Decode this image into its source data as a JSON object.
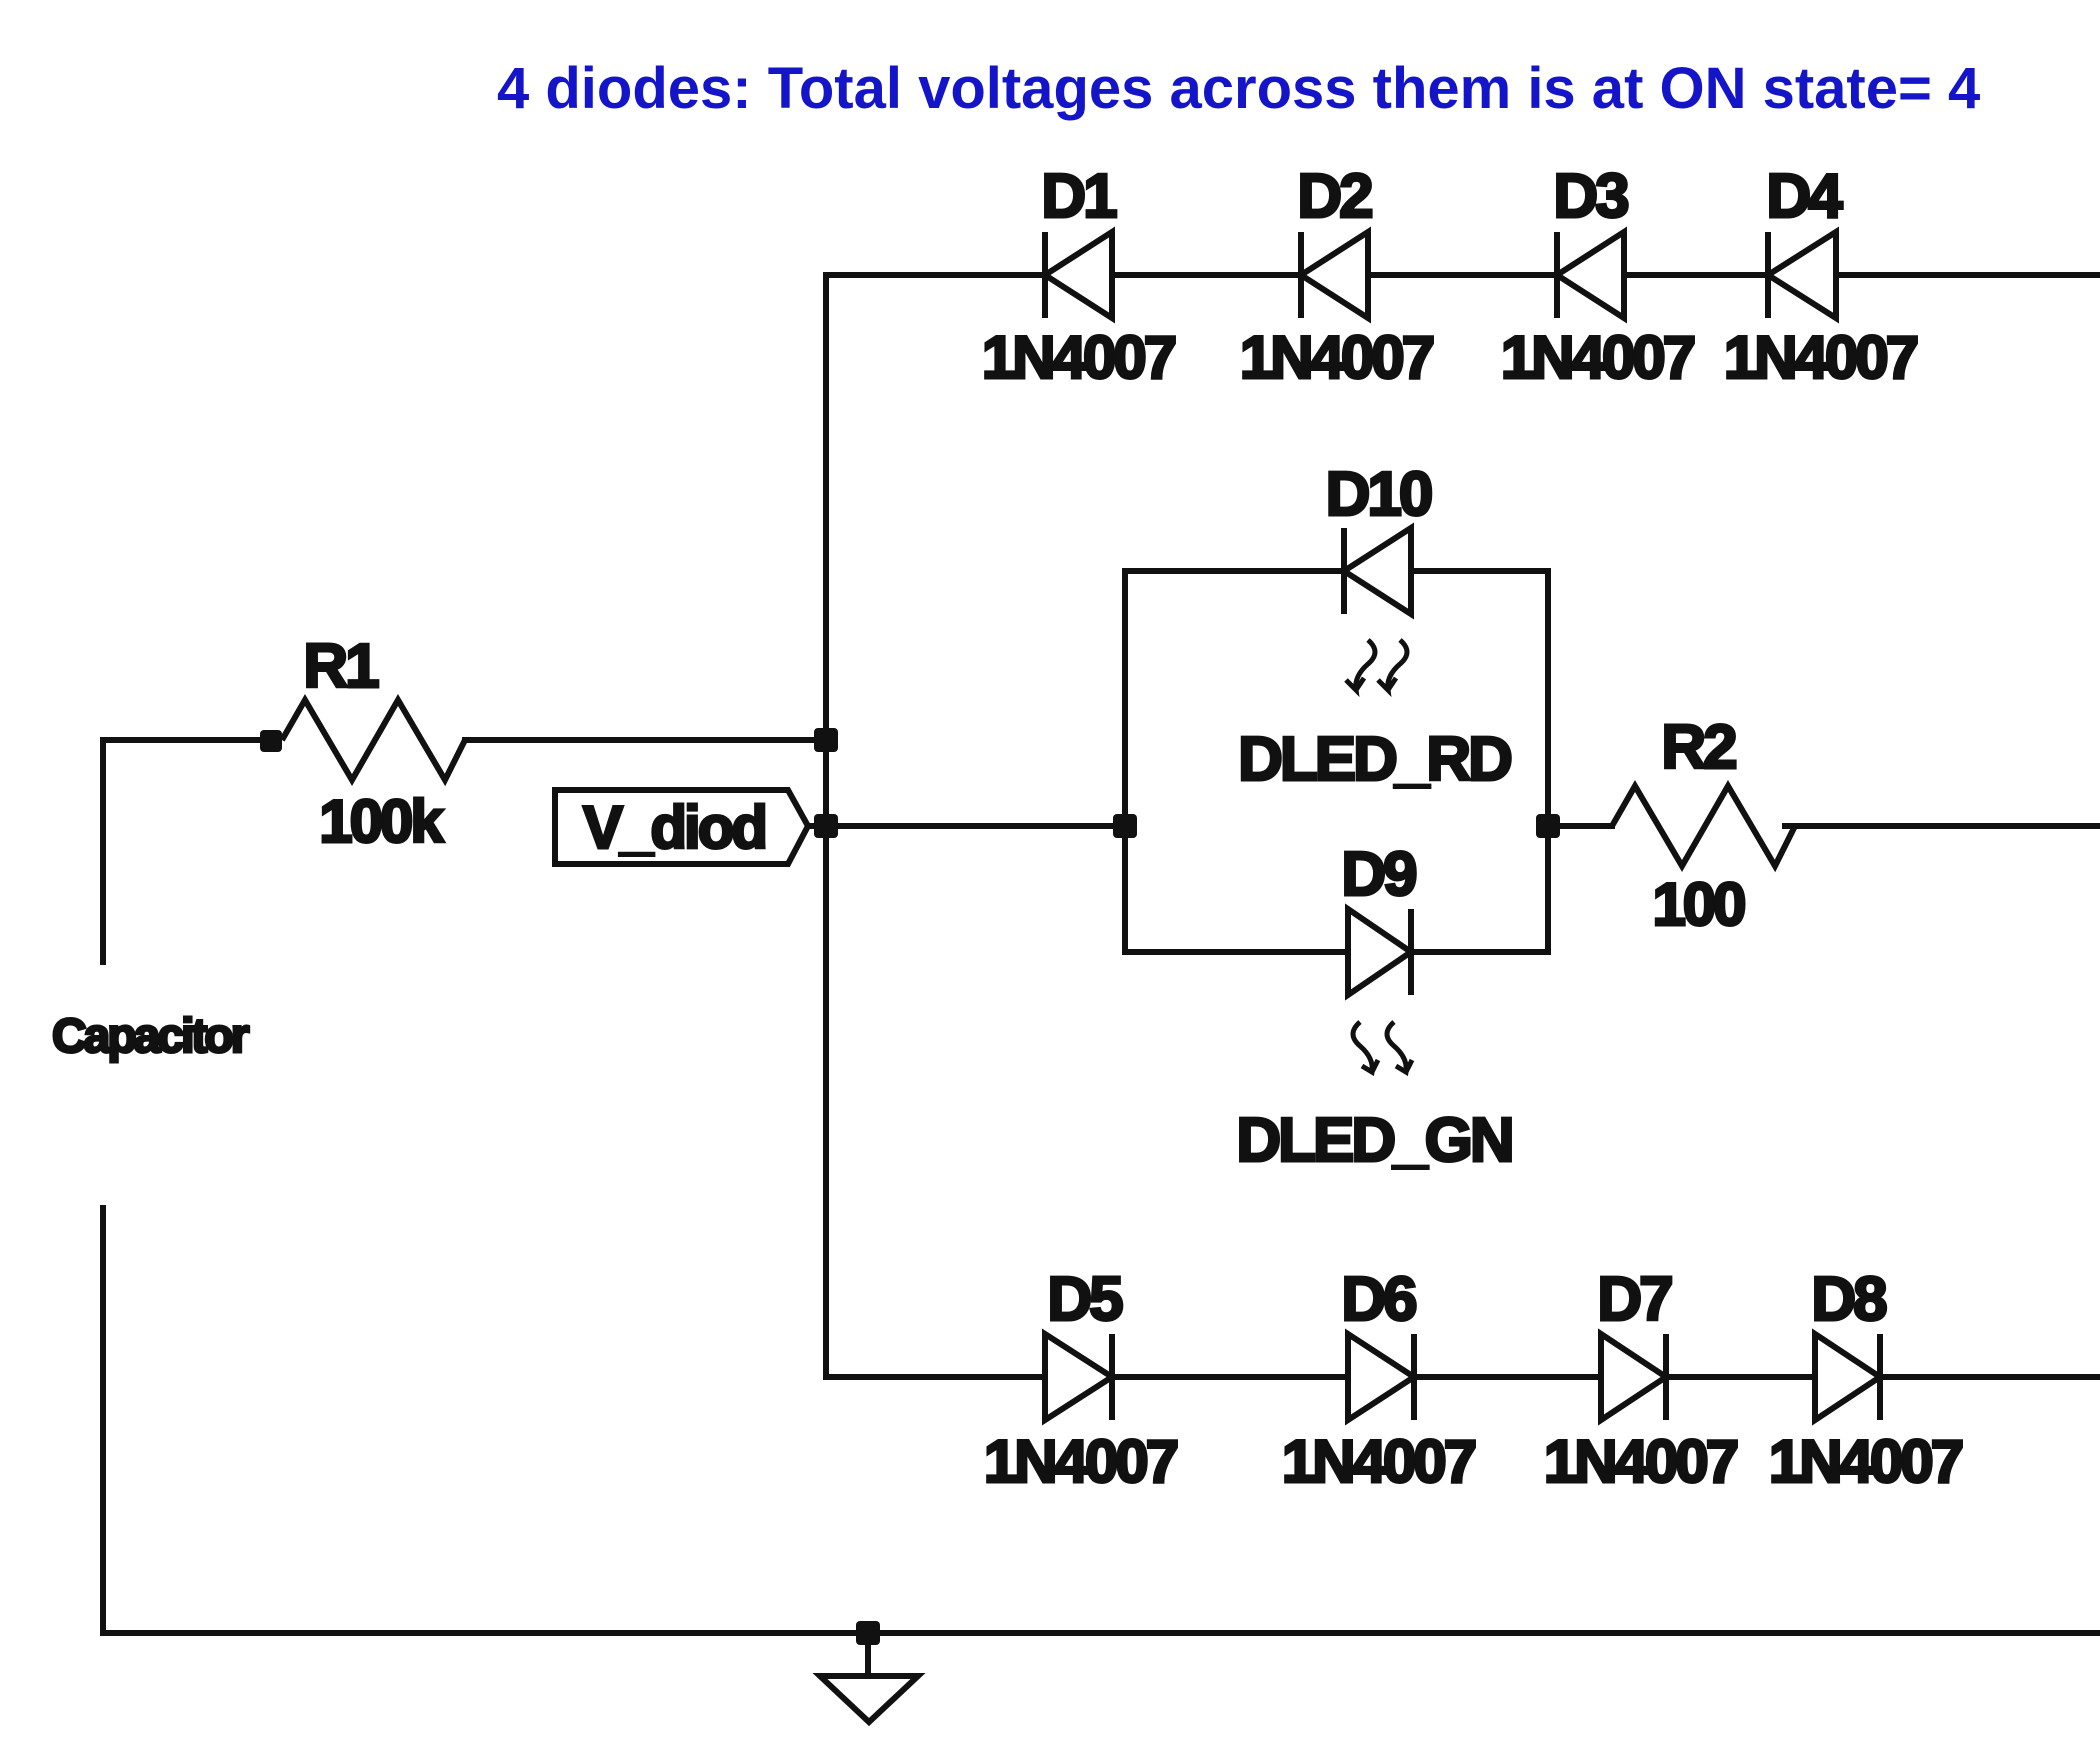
{
  "title": "4 diodes: Total voltages across them is at ON state= 4",
  "colors": {
    "title": "#1414c8",
    "wire": "#111111"
  },
  "components": {
    "r1": {
      "ref": "R1",
      "value": "100k"
    },
    "r2": {
      "ref": "R2",
      "value": "100"
    },
    "capacitor": {
      "label": "Capacitor"
    },
    "net_label": {
      "name": "V_diod"
    },
    "top_chain": [
      {
        "ref": "D1",
        "model": "1N4007"
      },
      {
        "ref": "D2",
        "model": "1N4007"
      },
      {
        "ref": "D3",
        "model": "1N4007"
      },
      {
        "ref": "D4",
        "model": "1N4007"
      }
    ],
    "bottom_chain": [
      {
        "ref": "D5",
        "model": "1N4007"
      },
      {
        "ref": "D6",
        "model": "1N4007"
      },
      {
        "ref": "D7",
        "model": "1N4007"
      },
      {
        "ref": "D8",
        "model": "1N4007"
      }
    ],
    "led_red": {
      "ref": "D10",
      "model": "DLED_RD"
    },
    "led_green": {
      "ref": "D9",
      "model": "DLED_GN"
    }
  }
}
